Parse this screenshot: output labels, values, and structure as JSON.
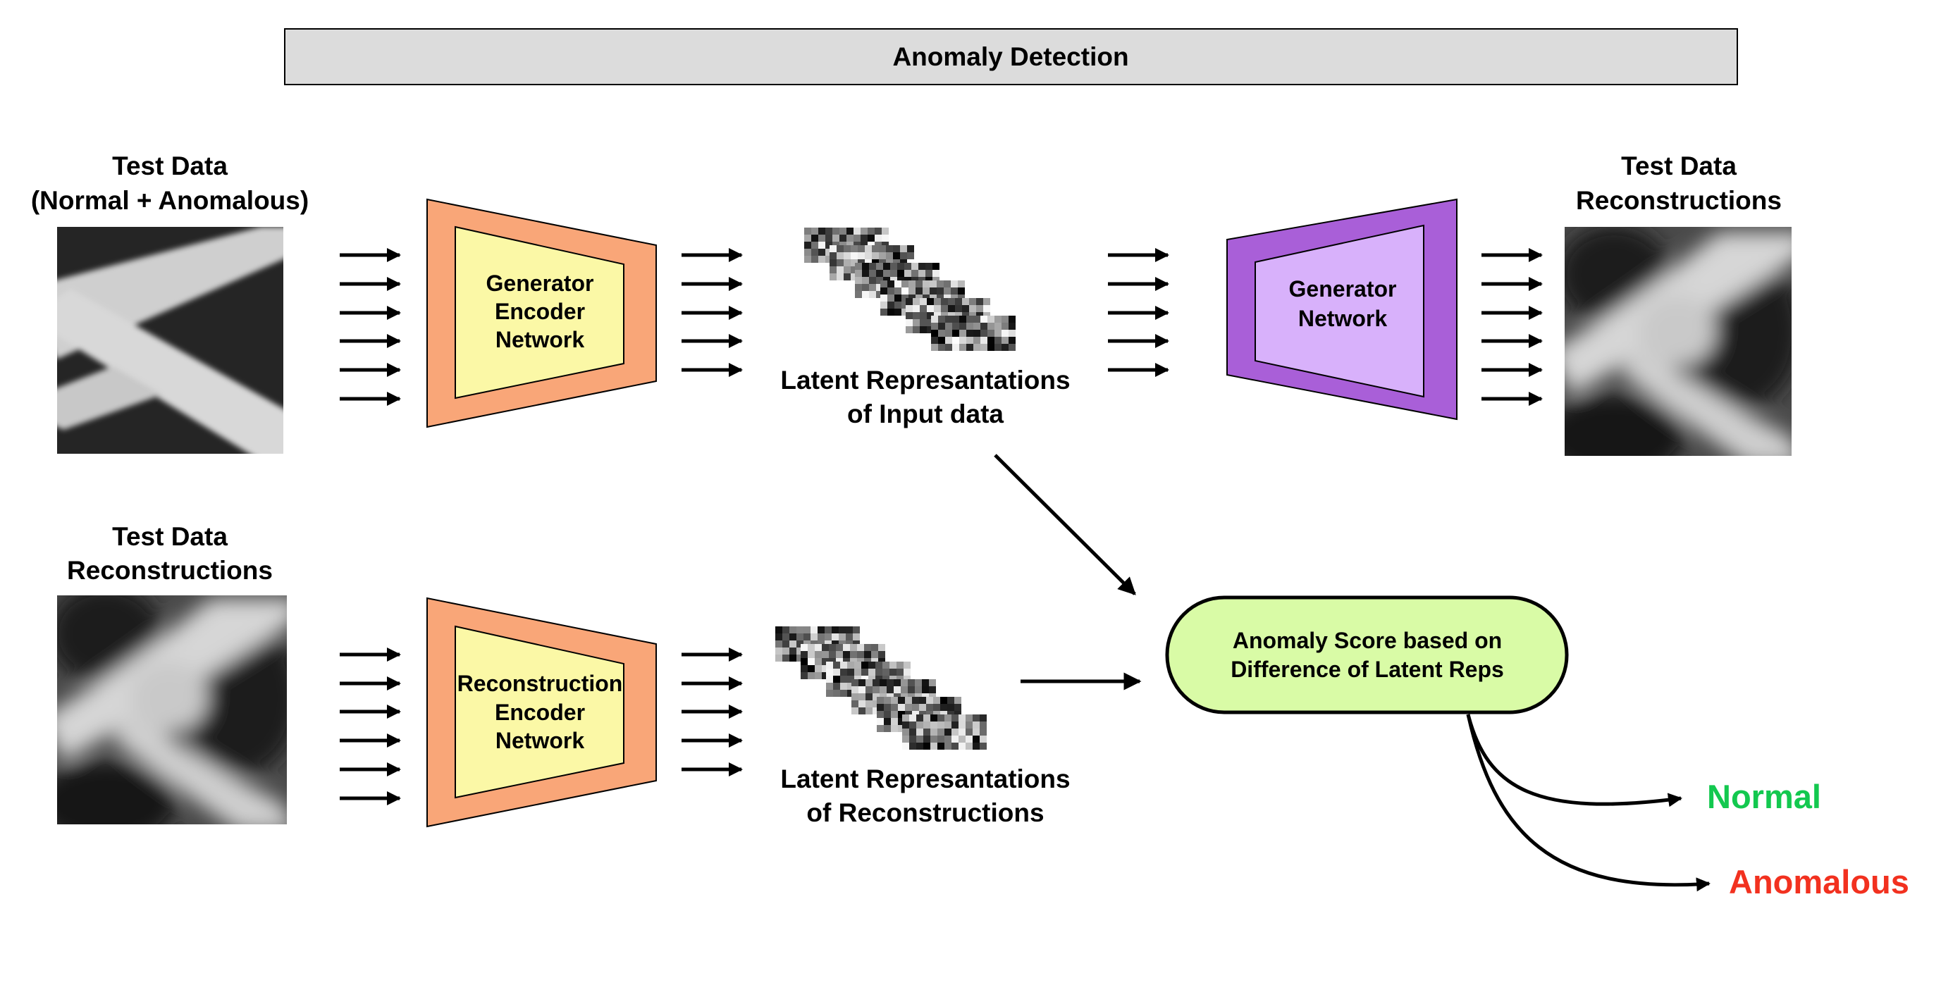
{
  "banner": {
    "title": "Anomaly Detection"
  },
  "top_row": {
    "input_label": [
      "Test Data",
      "(Normal + Anomalous)"
    ],
    "encoder_label": [
      "Generator",
      "Encoder",
      "Network"
    ],
    "latent_label": [
      "Latent Represantations",
      "of Input data"
    ],
    "decoder_label": [
      "Generator",
      "Network"
    ],
    "output_label": [
      "Test Data",
      "Reconstructions"
    ]
  },
  "bottom_row": {
    "input_label": [
      "Test Data",
      "Reconstructions"
    ],
    "encoder_label": [
      "Reconstruction",
      "Encoder",
      "Network"
    ],
    "latent_label": [
      "Latent Represantations",
      "of Reconstructions"
    ]
  },
  "score_box": {
    "label": [
      "Anomaly Score based on",
      "Difference of Latent Reps"
    ]
  },
  "outcomes": {
    "normal": "Normal",
    "anomalous": "Anomalous"
  },
  "colors": {
    "banner_fill": "#dcdcdc",
    "encoder_outer": "#f9a678",
    "encoder_inner": "#fbf8a6",
    "decoder_outer": "#a95fd8",
    "decoder_inner": "#d8b1fb",
    "score_fill": "#d9fba6",
    "normal": "#13c84f",
    "anomalous": "#f2311f"
  },
  "icons": {
    "input_patch": "grayscale-image-thumbnail",
    "latent_stack": "noise-latent-tiles",
    "arrow": "right-arrow-icon"
  }
}
